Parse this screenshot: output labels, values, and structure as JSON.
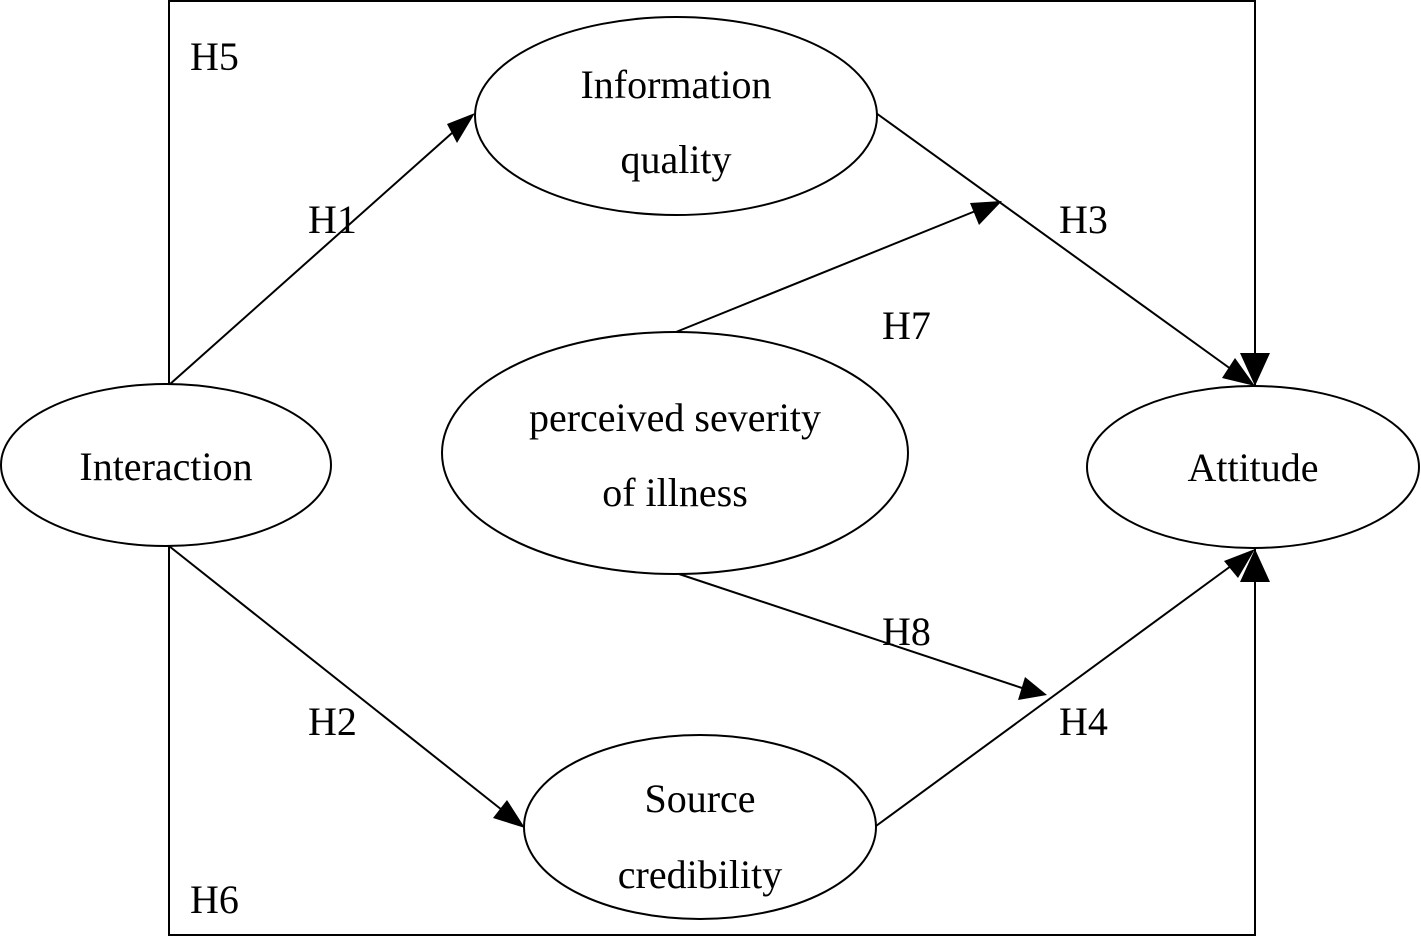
{
  "diagram": {
    "nodes": {
      "information_quality": {
        "line1": "Information",
        "line2": "quality"
      },
      "interaction": {
        "line1": "Interaction"
      },
      "perceived_severity": {
        "line1": "perceived severity",
        "line2": "of illness"
      },
      "attitude": {
        "line1": "Attitude"
      },
      "source_credibility": {
        "line1": "Source",
        "line2": "credibility"
      }
    },
    "hypotheses": {
      "h1": "H1",
      "h2": "H2",
      "h3": "H3",
      "h4": "H4",
      "h5": "H5",
      "h6": "H6",
      "h7": "H7",
      "h8": "H8"
    },
    "colors": {
      "stroke": "#000000",
      "background": "#ffffff"
    }
  }
}
